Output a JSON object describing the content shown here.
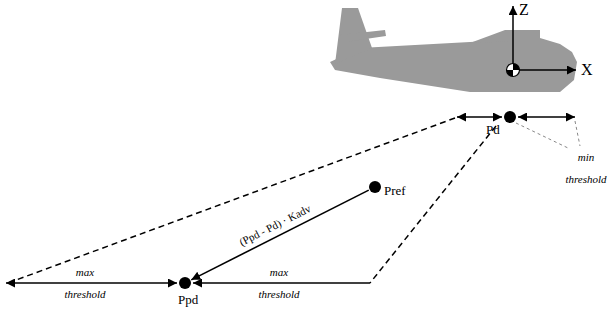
{
  "diagram": {
    "nodes": [
      {
        "text": [
          "Pd"
        ]
      },
      {
        "text": [
          "Pref"
        ]
      },
      {
        "text": [
          "Ppd"
        ]
      }
    ],
    "edges": [
      {
        "from": 1,
        "to": 2,
        "arrow": "to",
        "label": "(Ppd - Pd) · Kadv"
      }
    ],
    "labels": [
      "Z",
      "X",
      "min threshold",
      "max threshold",
      "max threshold"
    ]
  }
}
